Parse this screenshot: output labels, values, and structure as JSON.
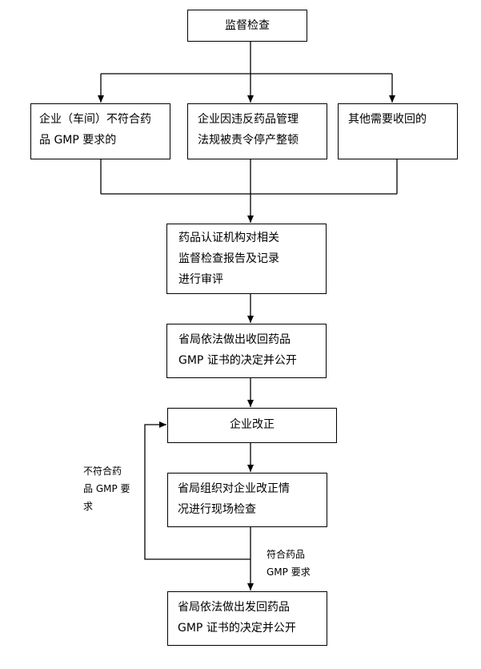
{
  "diagram": {
    "line_color": "#000000",
    "start": {
      "text": "监督检查"
    },
    "cond_left": {
      "line1": "企业（车间）不符合药",
      "line2": "品 GMP 要求的"
    },
    "cond_mid": {
      "line1": "企业因违反药品管理",
      "line2": "法规被责令停产整顿"
    },
    "cond_right": {
      "text": "其他需要收回的"
    },
    "review": {
      "line1": "药品认证机构对相关",
      "line2": "监督检查报告及记录",
      "line3": "进行审评"
    },
    "revoke": {
      "line1": "省局依法做出收回药品",
      "line2": "GMP 证书的决定并公开"
    },
    "rectify": {
      "text": "企业改正"
    },
    "inspect": {
      "line1": "省局组织对企业改正情",
      "line2": "况进行现场检查"
    },
    "return": {
      "line1": "省局依法做出发回药品",
      "line2": "GMP 证书的决定并公开"
    },
    "label_fail": {
      "line1": "不符合药",
      "line2": "品 GMP 要",
      "line3": "求"
    },
    "label_pass": {
      "line1": "符合药品",
      "line2": "GMP 要求"
    }
  }
}
